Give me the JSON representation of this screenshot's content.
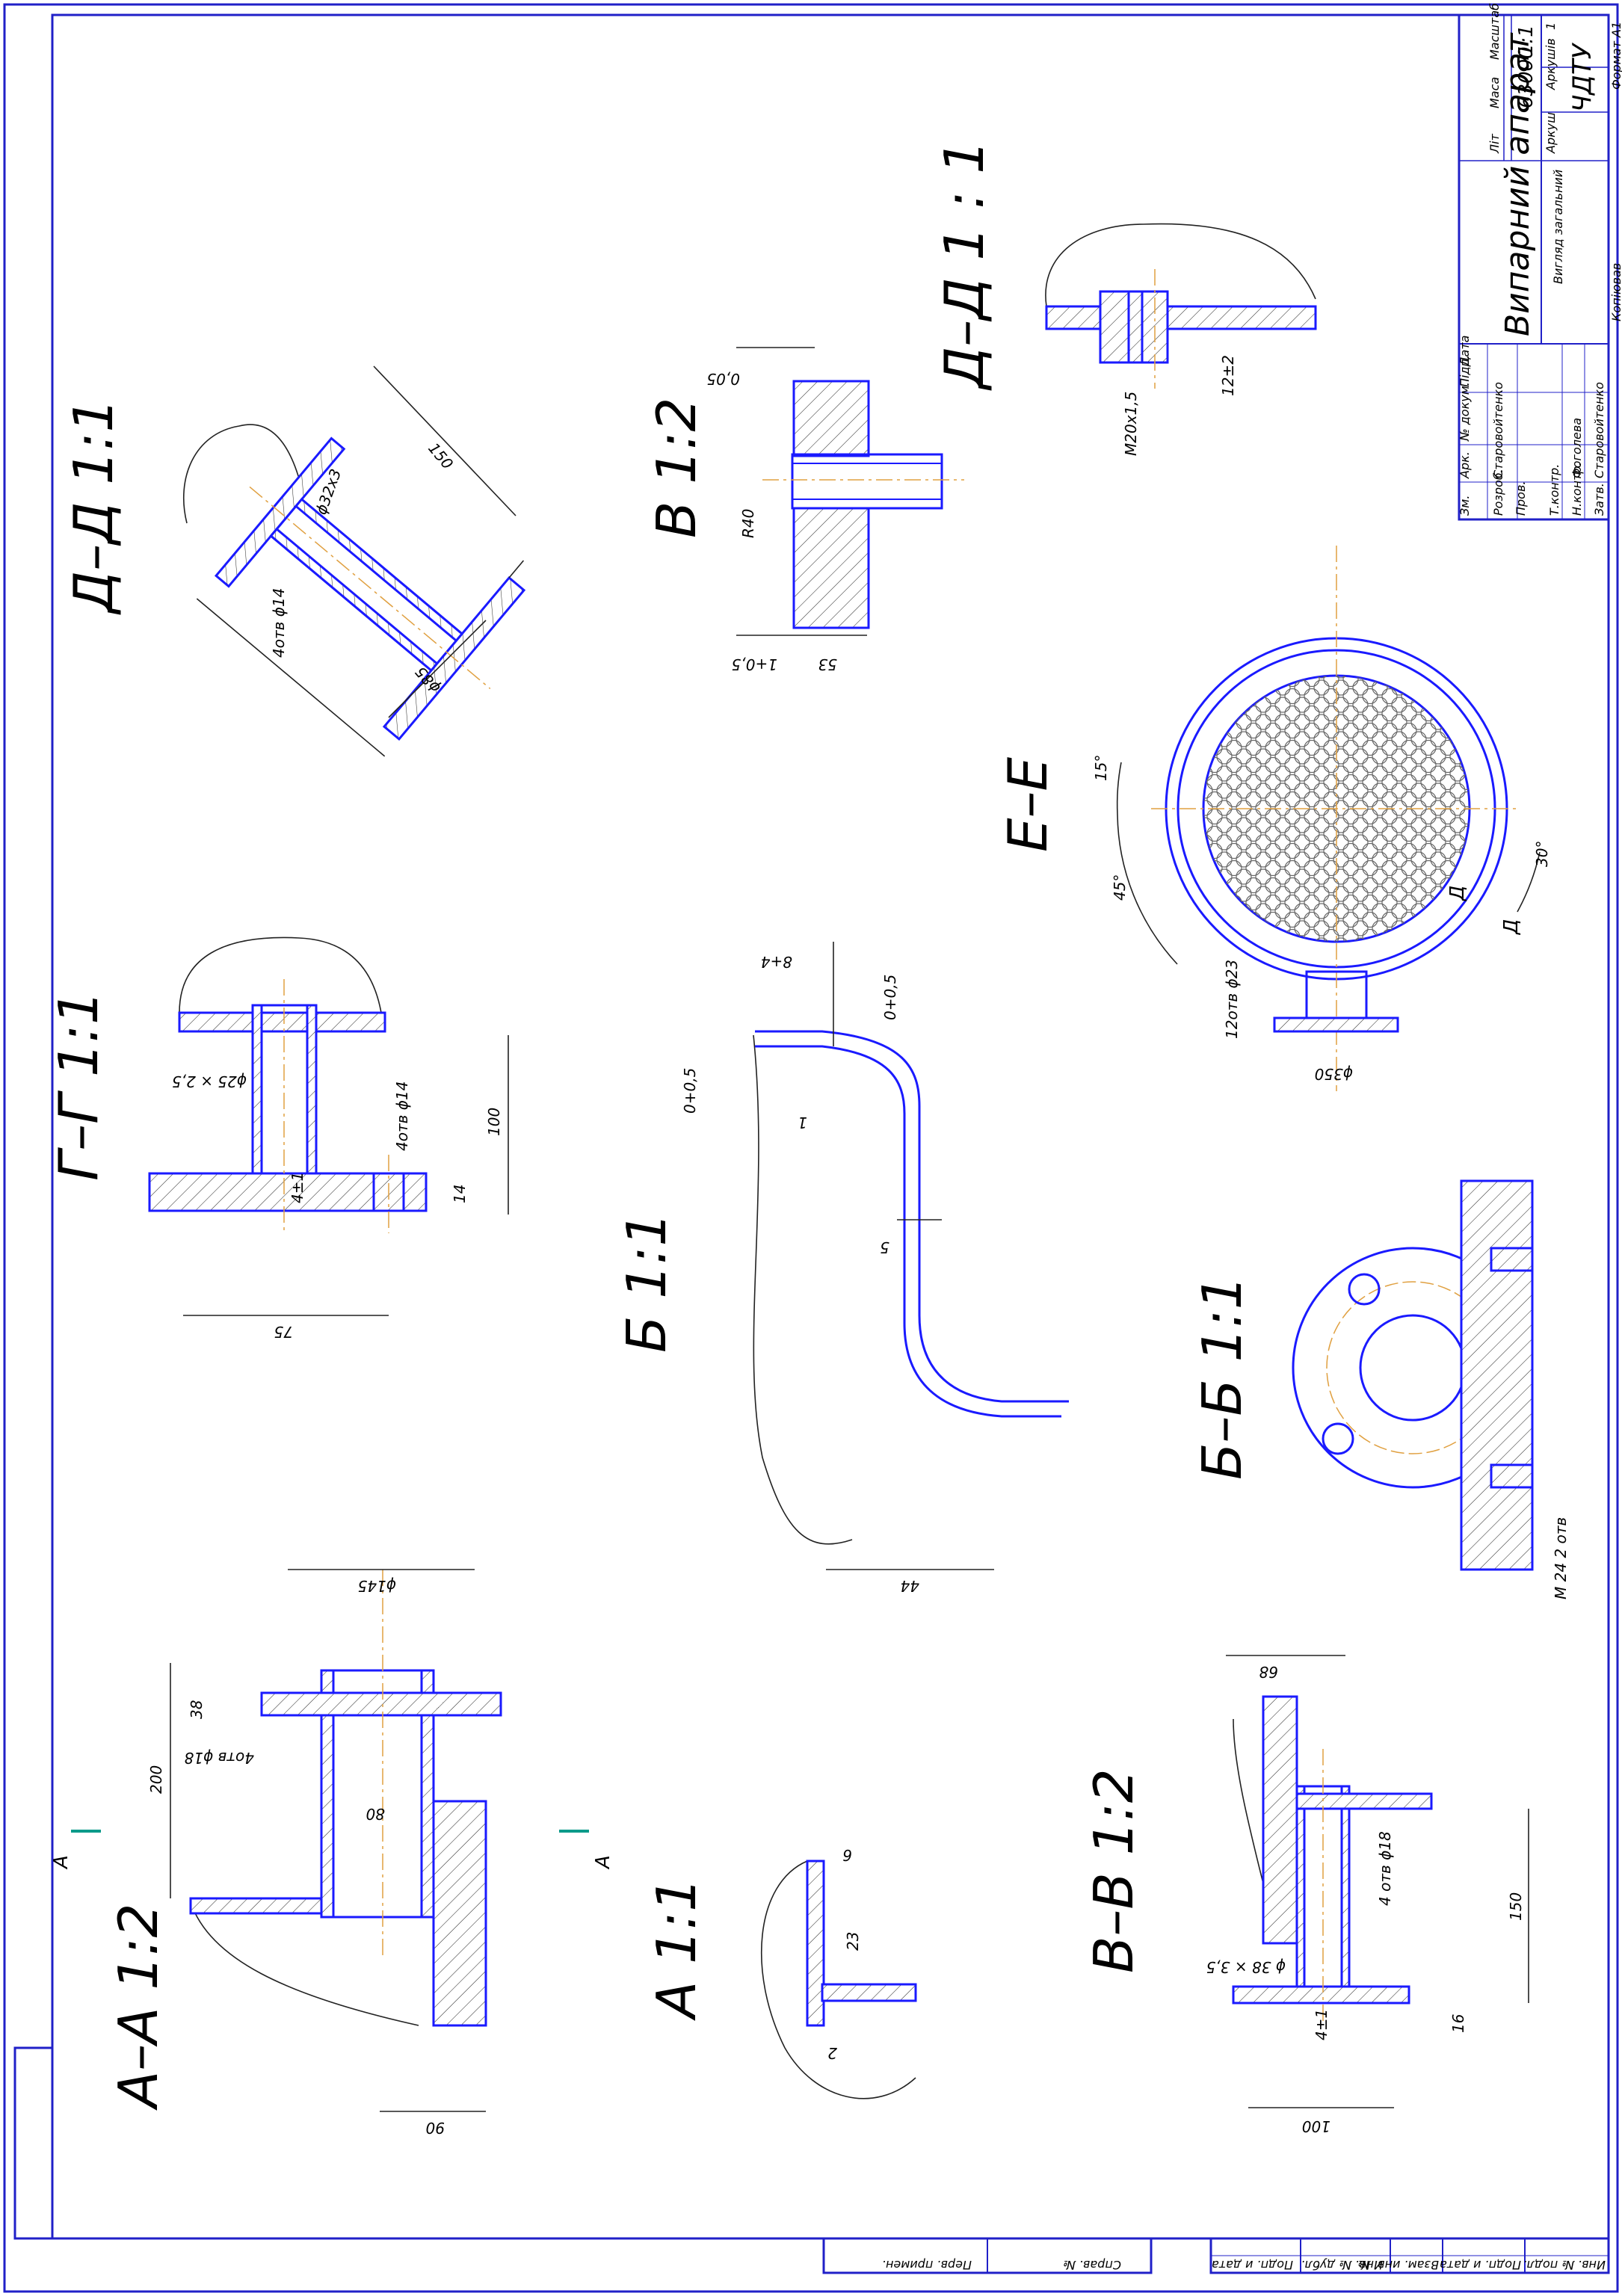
{
  "title_block": {
    "name": "Випарний апарат",
    "subtitle": "Вигляд загальний",
    "mass_header": "Маса",
    "scale_header": "Масштаб",
    "lit_header": "Літ",
    "mass": "63000",
    "scale": "1:1",
    "sheet_label": "Аркуш",
    "sheets_label": "Аркушів",
    "sheets_count": "1",
    "org": "ЧДТУ",
    "copied": "Копіював",
    "format": "Формат A1",
    "rows": [
      "Зм.",
      "Арк.",
      "№ докум.",
      "Підп.",
      "Дата"
    ],
    "roles": [
      "Розроб.",
      "Пров.",
      "Т.контр.",
      "Н.контр.",
      "Затв."
    ],
    "names": [
      "Старовойтенко",
      "",
      "",
      "Фоголева",
      "Старовойтенко"
    ]
  },
  "bottom_strip": [
    "Перв. примен.",
    "Справ. №",
    "Подп. и дата",
    "Инв. № дубл.",
    "Взам. инв. №",
    "Подп. и дата",
    "Инв. № подл."
  ],
  "views": {
    "dd1": "Д–Д 1:1",
    "dd2": "Д–Д 1 : 1",
    "gg": "Г–Г 1:1",
    "aa": "А–А 1:2",
    "a": "А 1:1",
    "b": "Б 1:1",
    "v": "В 1:2",
    "ee": "Е–Е",
    "bb": "Б–Б 1:1",
    "vv": "В–В 1:2"
  },
  "dims": {
    "dd_150": "150",
    "dd_d32": "ϕ32х3",
    "dd_4otv": "4отв ϕ14",
    "dd_d85": "ϕ85",
    "v_005a": "0,05",
    "v_r40": "R40",
    "v_14": "1+0,5",
    "v_53": "53",
    "dd2_m20": "М20х1,5",
    "dd2_12": "12±2",
    "gg_d25": "ϕ25 × 2,5",
    "gg_4otv": "4отв ϕ14",
    "gg_100": "100",
    "gg_4": "4±1",
    "gg_14": "14",
    "gg_75": "75",
    "b_84": "8+4",
    "b_005": "0+0,5",
    "b_005b": "0+0,5",
    "b_1": "1",
    "b_5": "5",
    "b_44": "44",
    "ee_15": "15°",
    "ee_45": "45°",
    "ee_30": "30°",
    "ee_12otv": "12отв ϕ23",
    "ee_d350": "ϕ350",
    "bb_m24": "М 24  2 отв",
    "aa_d145": "ϕ145",
    "aa_38": "38",
    "aa_4otv": "4отв ϕ18",
    "aa_200": "200",
    "aa_80": "80",
    "aa_90": "90",
    "aa_A": "А",
    "a_6": "6",
    "a_23": "23",
    "a_2": "2",
    "vv_68": "68",
    "vv_4otv": "4 отв ϕ18",
    "vv_150": "150",
    "vv_d38": "ϕ 38 × 3,5",
    "vv_4": "4±1",
    "vv_16": "16",
    "vv_100": "100",
    "dd_letter": "Д"
  }
}
